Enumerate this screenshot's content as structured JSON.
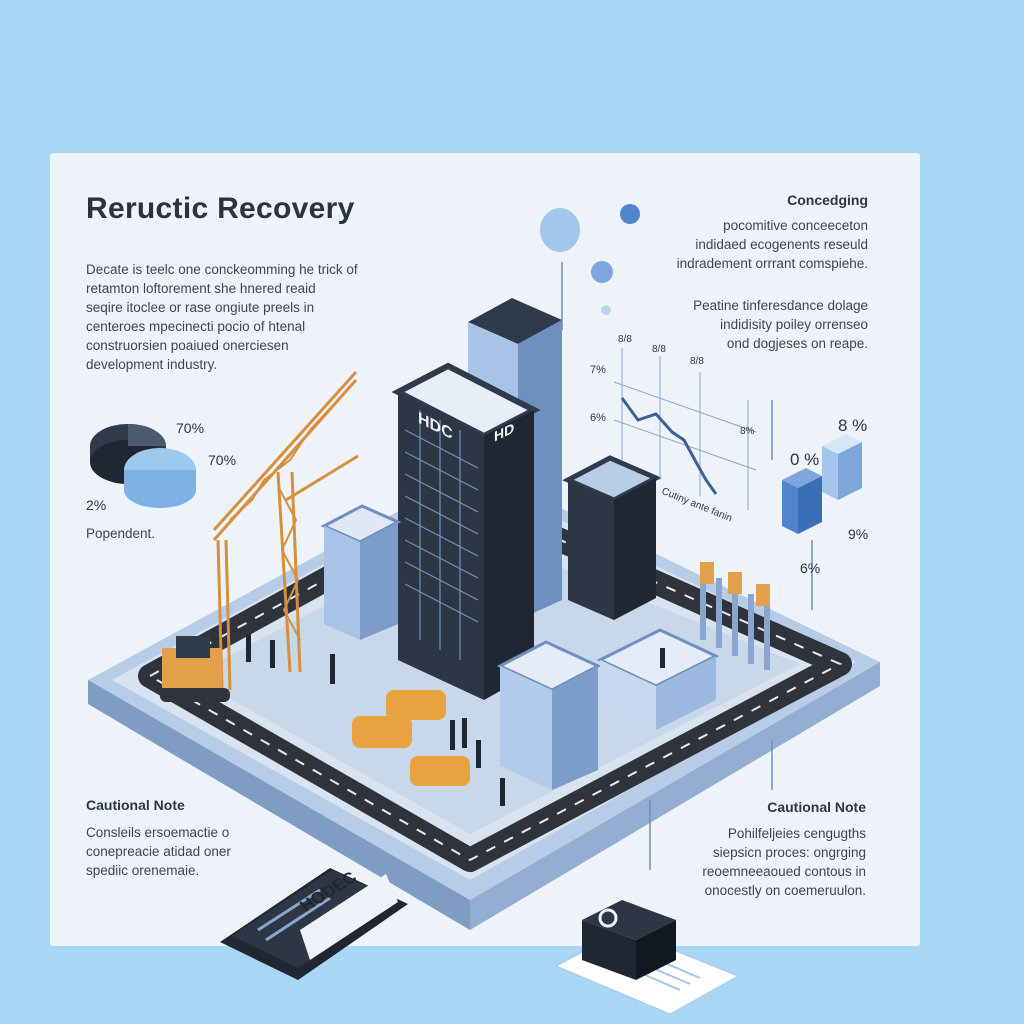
{
  "title": "Reructic Recovery",
  "left_top": {
    "paragraph": "Decate is teelc one conckeomming he trick of\nretamton loftorement she hnered reaid\nseqire itoclee or rase ongiute preels in\ncenteroes mpecinecti pocio of htenal\nconstruorsien poaiued onerciesen\ndevelopment industry."
  },
  "pie_chart": {
    "label_1": "70%",
    "label_2": "70%",
    "label_3": "2%",
    "caption": "Popendent.",
    "colors": {
      "dark": "#2f3b4c",
      "light": "#9cc9ec"
    }
  },
  "right_top": {
    "heading": "Concedging",
    "paragraph_1": "pocomitive conceeceton\nindidaed ecogenents reseuld\nindradement orrrant comspiehe.",
    "paragraph_2": "Peatine tinferesdance dolage\nindidisity poiley orrenseo\nond dogjeses on reape."
  },
  "line_chart": {
    "tick_top_1": "8/8",
    "tick_top_2": "8/8",
    "tick_top_3": "8/8",
    "tick_mid_1": "7%",
    "tick_mid_2": "6%",
    "tick_mid_3": "8%",
    "x_label": "Cutiny ante fanin",
    "line_color": "#3c5f94"
  },
  "bar_chart": {
    "label_top": "8 %",
    "label_left": "0 %",
    "label_right": "9%",
    "label_bottom": "6%",
    "colors": {
      "front": "#4f84cf",
      "back": "#a3c6ec"
    }
  },
  "scene": {
    "tower_sign_left": "HDC",
    "tower_sign_right": "HD",
    "brochure_label": "HODEC"
  },
  "bottom_left": {
    "heading": "Cautional Note",
    "paragraph": "Consleils ersoemactie o\nconepreacie atidad oner\nspediic orenemaie."
  },
  "bottom_right": {
    "heading": "Cautional Note",
    "paragraph": "Pohilfeljeies cengugths\nsiepsicn proces: ongrging\nreoemneeaoued contous in\nonocestly on coemeruulon."
  }
}
